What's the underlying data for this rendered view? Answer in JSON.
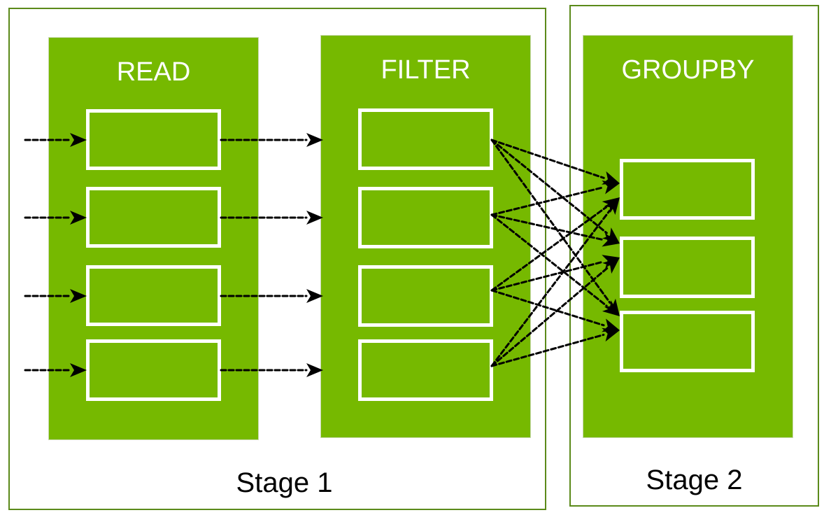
{
  "colors": {
    "column_fill": "#76b900",
    "stage_border": "#5b8a1a",
    "task_border": "#ffffff",
    "arrow": "#000000"
  },
  "stages": [
    {
      "label": "Stage 1"
    },
    {
      "label": "Stage 2"
    }
  ],
  "operators": [
    {
      "title": "READ",
      "stage": "Stage 1",
      "partitions": 4
    },
    {
      "title": "FILTER",
      "stage": "Stage 1",
      "partitions": 4
    },
    {
      "title": "GROUPBY",
      "stage": "Stage 2",
      "partitions": 3
    }
  ],
  "edges": {
    "input_to_read": "one-to-one",
    "read_to_filter": "one-to-one",
    "filter_to_groupby": "all-to-all (shuffle)"
  }
}
